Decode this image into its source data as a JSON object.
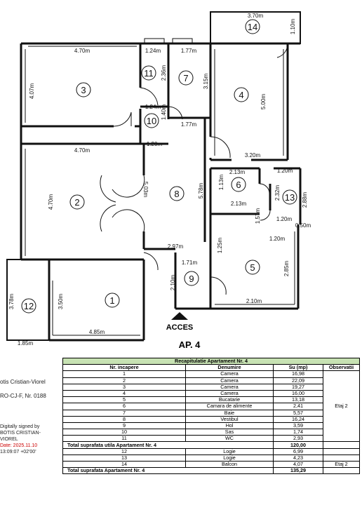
{
  "plan": {
    "rooms": [
      {
        "num": "1"
      },
      {
        "num": "2"
      },
      {
        "num": "3"
      },
      {
        "num": "4"
      },
      {
        "num": "5"
      },
      {
        "num": "6"
      },
      {
        "num": "7"
      },
      {
        "num": "8"
      },
      {
        "num": "9"
      },
      {
        "num": "10"
      },
      {
        "num": "11"
      },
      {
        "num": "12"
      },
      {
        "num": "13"
      },
      {
        "num": "14"
      }
    ],
    "dims": [
      "3.70m",
      "1.10m",
      "4.70m",
      "1.24m",
      "1.77m",
      "4.07m",
      "2.36m",
      "3.15m",
      "5.00m",
      "1.24m",
      "1.40m",
      "1.77m",
      "1.20m",
      "3.20m",
      "4.70m",
      "5.03m",
      "5.78m",
      "2.13m",
      "1.20m",
      "1.13m",
      "2.32m",
      "2.88m",
      "4.70m",
      "2.13m",
      "1.57m",
      "1.20m",
      "0.50m",
      "1.25m",
      "1.20m",
      "2.97m",
      "1.71m",
      "2.85m",
      "2.10m",
      "3.78m",
      "3.50m",
      "2.10m",
      "4.85m",
      "1.85m"
    ],
    "access_label": "ACCES",
    "apartment_label": "AP. 4"
  },
  "signature": {
    "name": "otis Cristian-Viorel",
    "reg": "RO-CJ-F, Nr. 0188",
    "digital": [
      "Digitally signed by",
      "BOTIS CRISTIAN-",
      "VIOREL"
    ],
    "date": "Date: 2025.11.10",
    "time": "13:09:07 +02'00'"
  },
  "table": {
    "title": "Recapitulatie Apartament Nr. 4",
    "headers": [
      "Nr. incapere",
      "Denumire",
      "Su (mp)",
      "Observatii"
    ],
    "rows": [
      {
        "nr": "1",
        "name": "Camera",
        "su": "16,98"
      },
      {
        "nr": "2",
        "name": "Camera",
        "su": "22,09"
      },
      {
        "nr": "3",
        "name": "Camera",
        "su": "19,27"
      },
      {
        "nr": "4",
        "name": "Camera",
        "su": "16,00"
      },
      {
        "nr": "5",
        "name": "Bucatarie",
        "su": "13,18"
      },
      {
        "nr": "6",
        "name": "Camara de alimente",
        "su": "2,41"
      },
      {
        "nr": "7",
        "name": "Baie",
        "su": "5,57"
      },
      {
        "nr": "8",
        "name": "Vestibul",
        "su": "16,24"
      },
      {
        "nr": "9",
        "name": "Hol",
        "su": "3,59"
      },
      {
        "nr": "10",
        "name": "Sas",
        "su": "1,74"
      },
      {
        "nr": "11",
        "name": "WC",
        "su": "2,93"
      }
    ],
    "obs_main": "Etaj 2",
    "total_util_label": "Total suprafata utila  Apartament Nr. 4",
    "total_util_value": "120,00",
    "extra_rows": [
      {
        "nr": "12",
        "name": "Logie",
        "su": "6,99"
      },
      {
        "nr": "13",
        "name": "Logie",
        "su": "4,23"
      },
      {
        "nr": "14",
        "name": "Balcon",
        "su": "4,07"
      }
    ],
    "obs_extra": "Etaj 2",
    "total_label": "Total suprafata  Apartament Nr. 4",
    "total_value": "135,29"
  }
}
